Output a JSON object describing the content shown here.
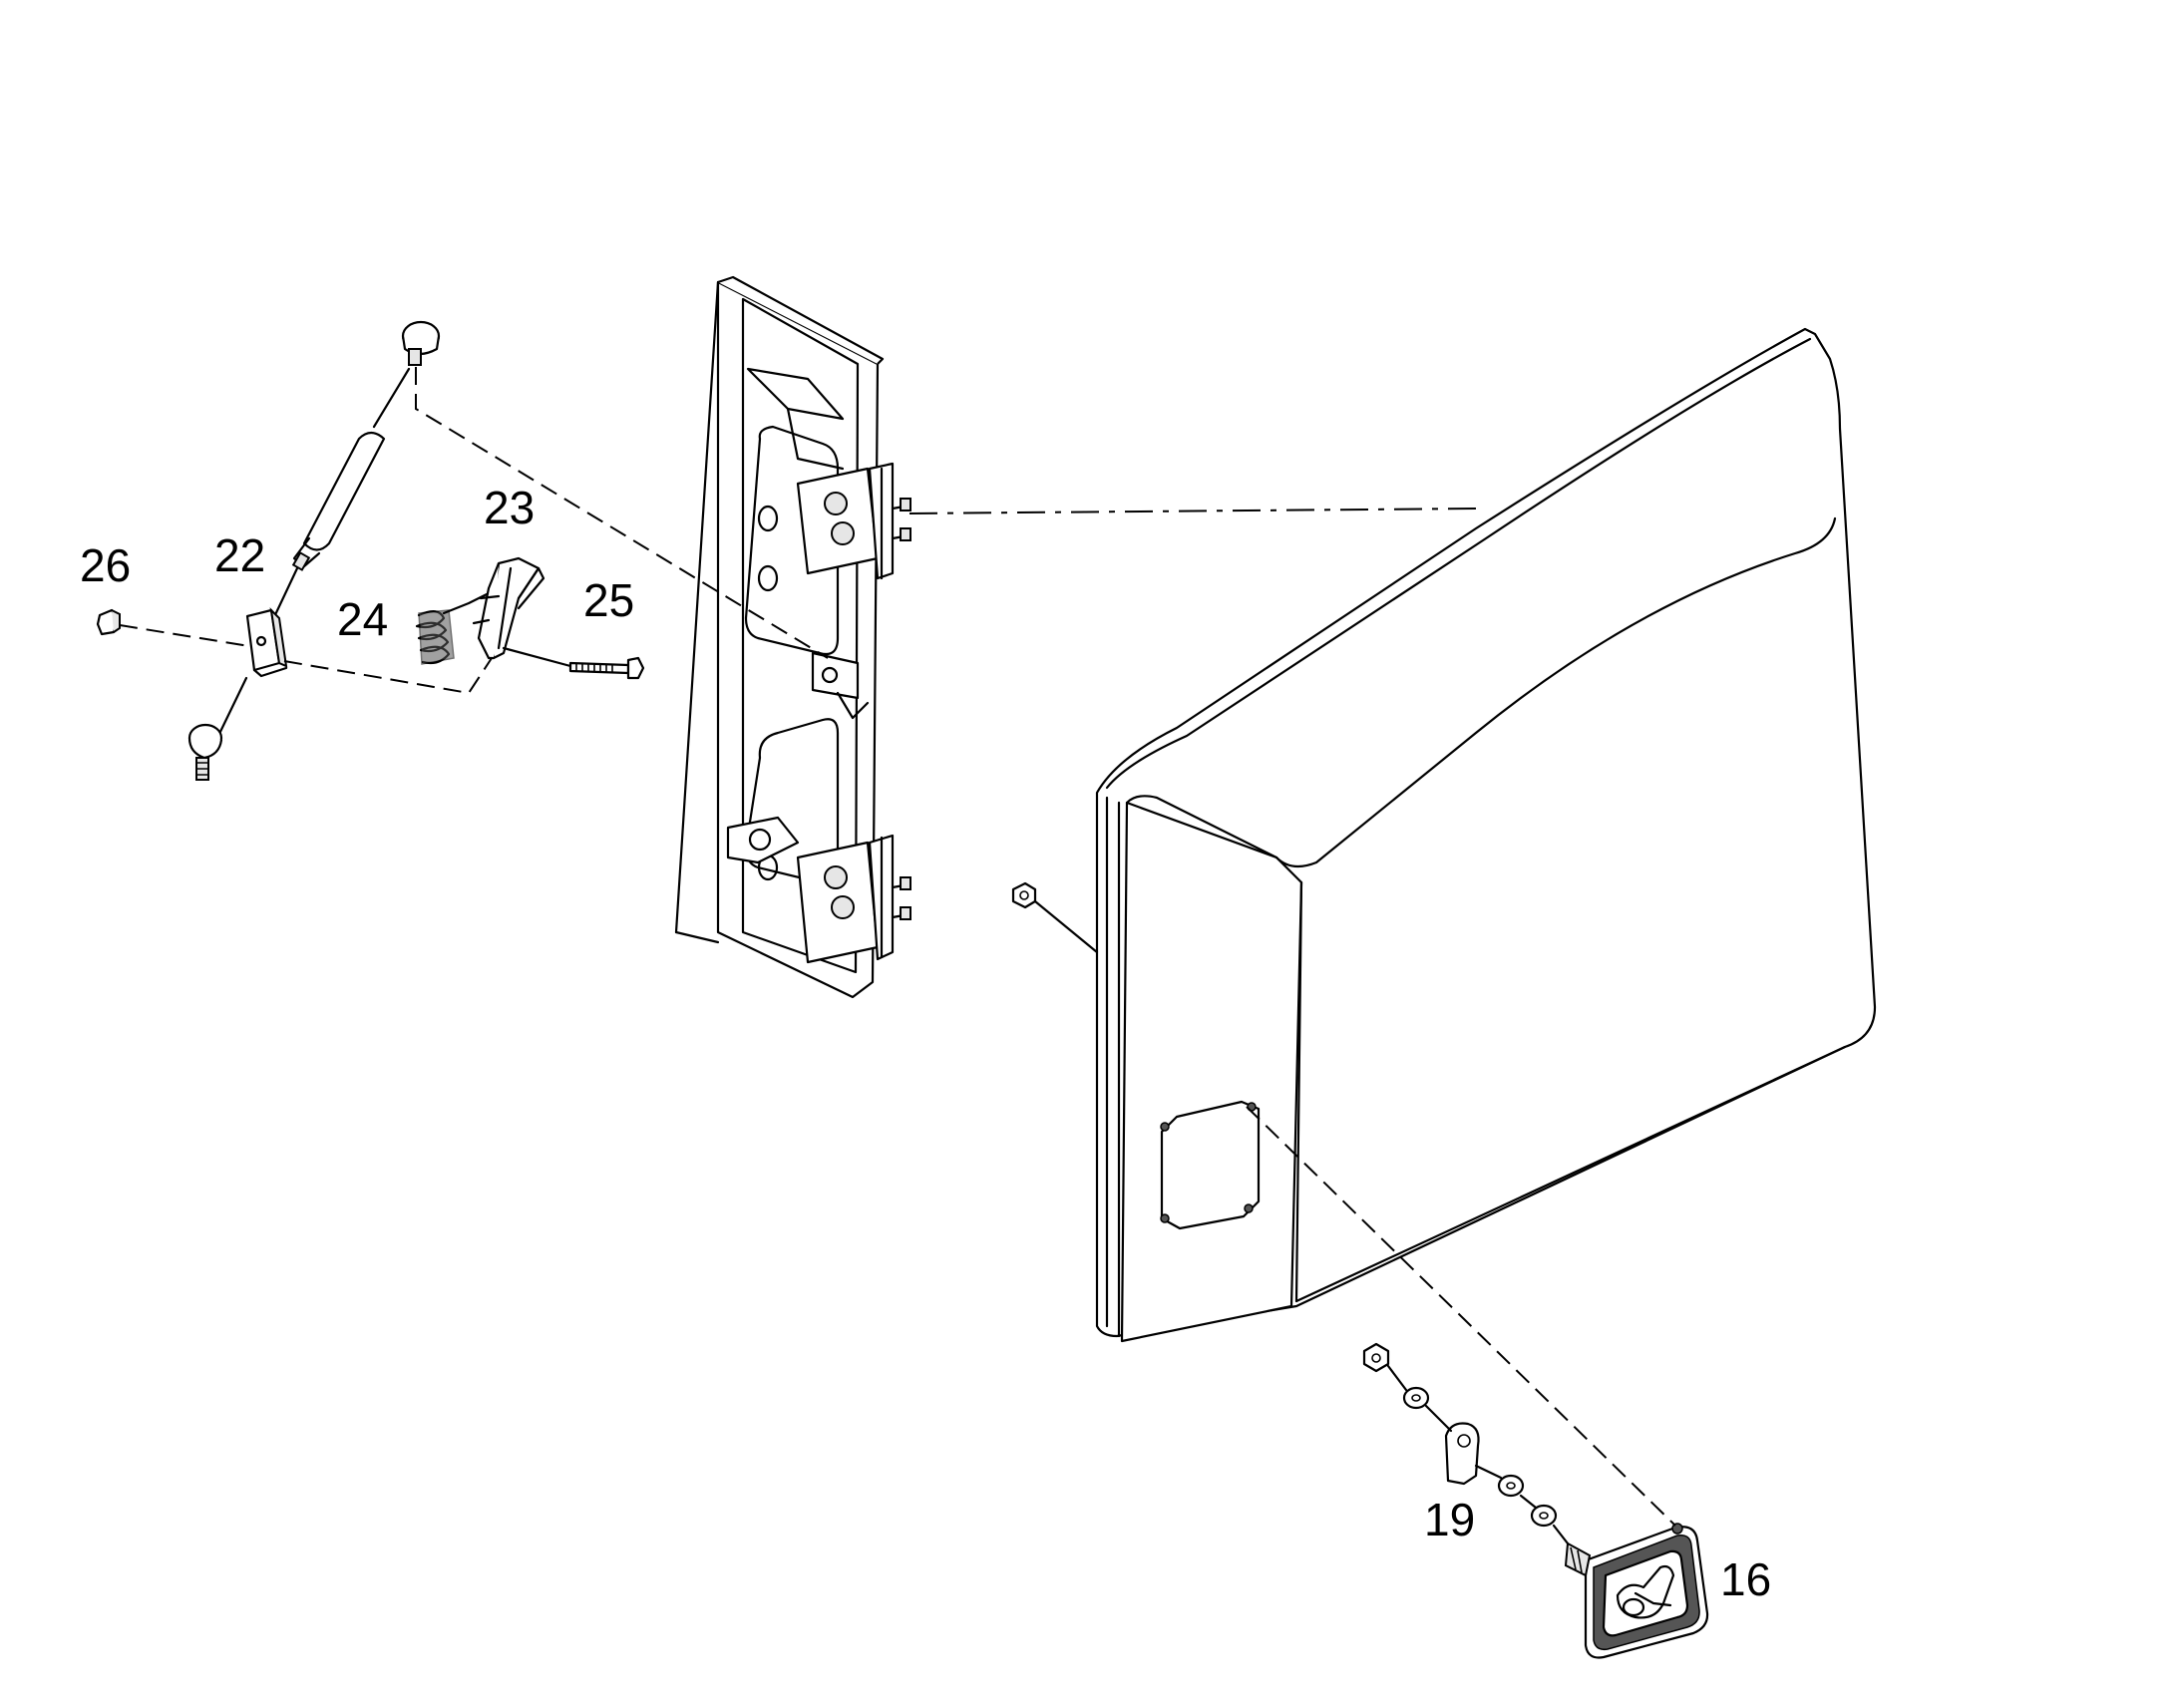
{
  "diagram": {
    "callouts": [
      {
        "id": "26",
        "label": "26"
      },
      {
        "id": "22",
        "label": "22"
      },
      {
        "id": "23",
        "label": "23"
      },
      {
        "id": "24",
        "label": "24"
      },
      {
        "id": "25",
        "label": "25"
      },
      {
        "id": "19",
        "label": "19"
      },
      {
        "id": "16",
        "label": "16"
      }
    ],
    "parts": [
      "hinge-frame",
      "door-panel",
      "gas-strut",
      "strut-bracket",
      "latch-spring",
      "latch-catch",
      "latch-bolt",
      "nut",
      "latch-cam",
      "latch-handle"
    ]
  }
}
